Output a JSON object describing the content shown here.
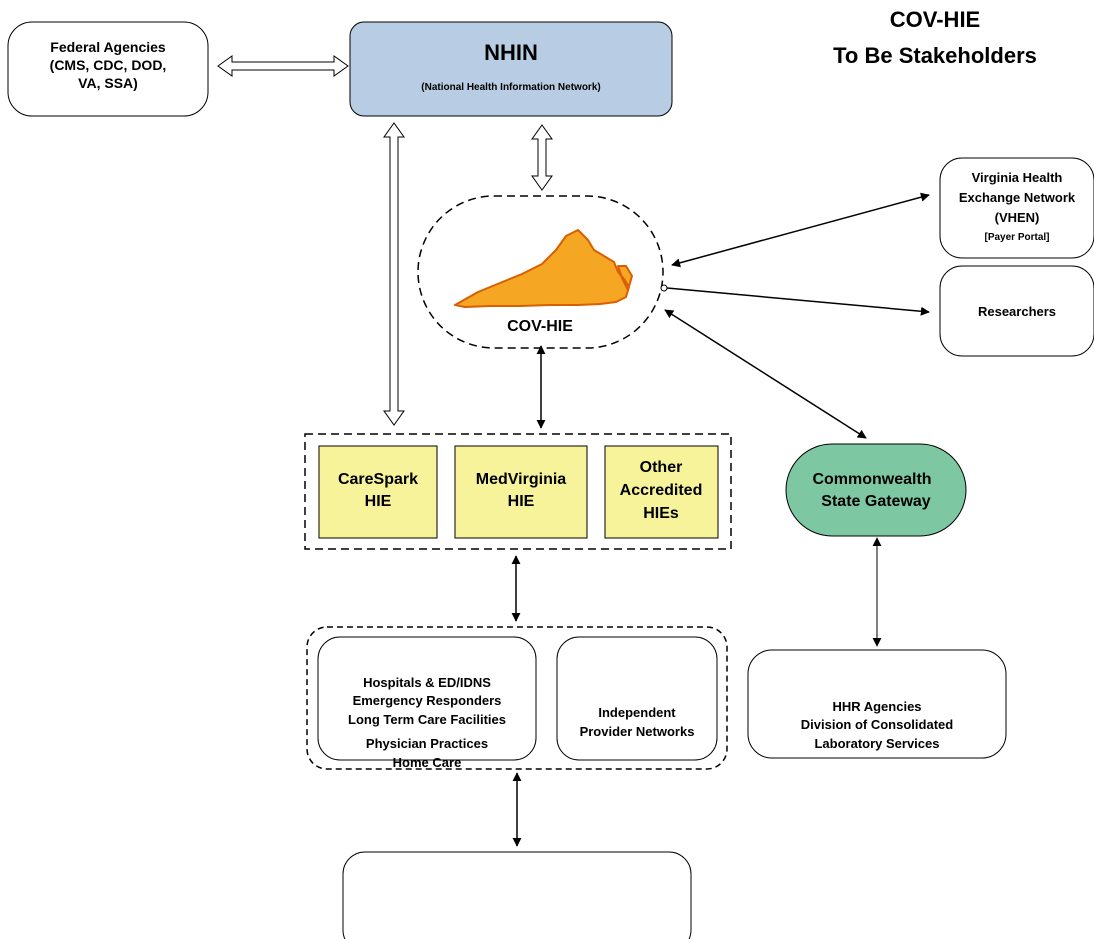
{
  "title": {
    "line1": "COV-HIE",
    "line2": "To Be Stakeholders"
  },
  "nhin": {
    "name": "NHIN",
    "full_name": "(National Health Information Network)",
    "color": "#b8cce4"
  },
  "federal_agencies": {
    "line1": "Federal Agencies",
    "line2": "(CMS, CDC, DOD,",
    "line3": "VA, SSA)"
  },
  "cov_hie": {
    "label": "COV-HIE",
    "map_color": "#f5a623",
    "map_outline": "#d95f02"
  },
  "vhen": {
    "line1": "Virginia Health",
    "line2": "Exchange Network",
    "line3": "(VHEN)",
    "line4": "[Payer Portal]"
  },
  "researchers": {
    "label": "Researchers"
  },
  "hies": {
    "box_color": "#f7f39a",
    "items": [
      {
        "line1": "CareSpark",
        "line2": "HIE",
        "line3": ""
      },
      {
        "line1": "MedVirginia",
        "line2": "HIE",
        "line3": ""
      },
      {
        "line1": "Other",
        "line2": "Accredited",
        "line3": "HIEs"
      }
    ]
  },
  "gateway": {
    "line1": "Commonwealth",
    "line2": "State  Gateway",
    "color": "#7dc8a3"
  },
  "providers": {
    "lines": [
      "Hospitals & ED/IDNS",
      "Emergency Responders",
      "Long Term Care Facilities",
      "Physician Practices",
      "Home Care"
    ]
  },
  "independent": {
    "line1": "Independent",
    "line2": "Provider Networks"
  },
  "hhr": {
    "line1": "HHR Agencies",
    "line2": "Division of Consolidated",
    "line3": "Laboratory Services"
  },
  "consumers": {
    "label": ""
  }
}
